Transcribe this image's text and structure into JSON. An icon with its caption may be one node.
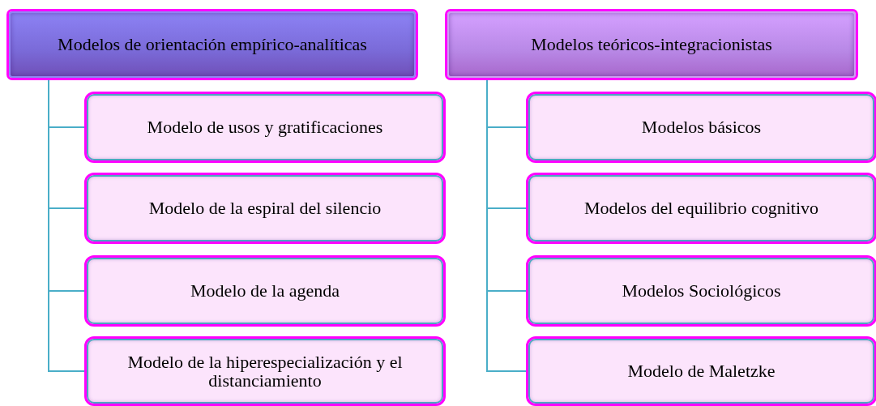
{
  "diagram": {
    "nodes": [
      {
        "text": [
          "Modelos de orientación empírico-analíticas"
        ]
      },
      {
        "text": [
          "Modelo de usos y gratificaciones"
        ]
      },
      {
        "text": [
          "Modelo de la espiral del silencio"
        ]
      },
      {
        "text": [
          "Modelo de la agenda"
        ]
      },
      {
        "text": [
          "Modelo de la hiperespecialización y el distanciamiento"
        ]
      },
      {
        "text": [
          "Modelos teóricos-integracionistas"
        ]
      },
      {
        "text": [
          "Modelos básicos"
        ]
      },
      {
        "text": [
          "Modelos del equilibrio cognitivo"
        ]
      },
      {
        "text": [
          "Modelos Sociológicos"
        ]
      },
      {
        "text": [
          "Modelo de Maletzke"
        ]
      }
    ],
    "edges": [
      {
        "from": 0,
        "to": 1,
        "arrow": "none"
      },
      {
        "from": 0,
        "to": 2,
        "arrow": "none"
      },
      {
        "from": 0,
        "to": 3,
        "arrow": "none"
      },
      {
        "from": 0,
        "to": 4,
        "arrow": "none"
      },
      {
        "from": 5,
        "to": 6,
        "arrow": "none"
      },
      {
        "from": 5,
        "to": 7,
        "arrow": "none"
      },
      {
        "from": 5,
        "to": 8,
        "arrow": "none"
      },
      {
        "from": 5,
        "to": 9,
        "arrow": "none"
      }
    ]
  }
}
